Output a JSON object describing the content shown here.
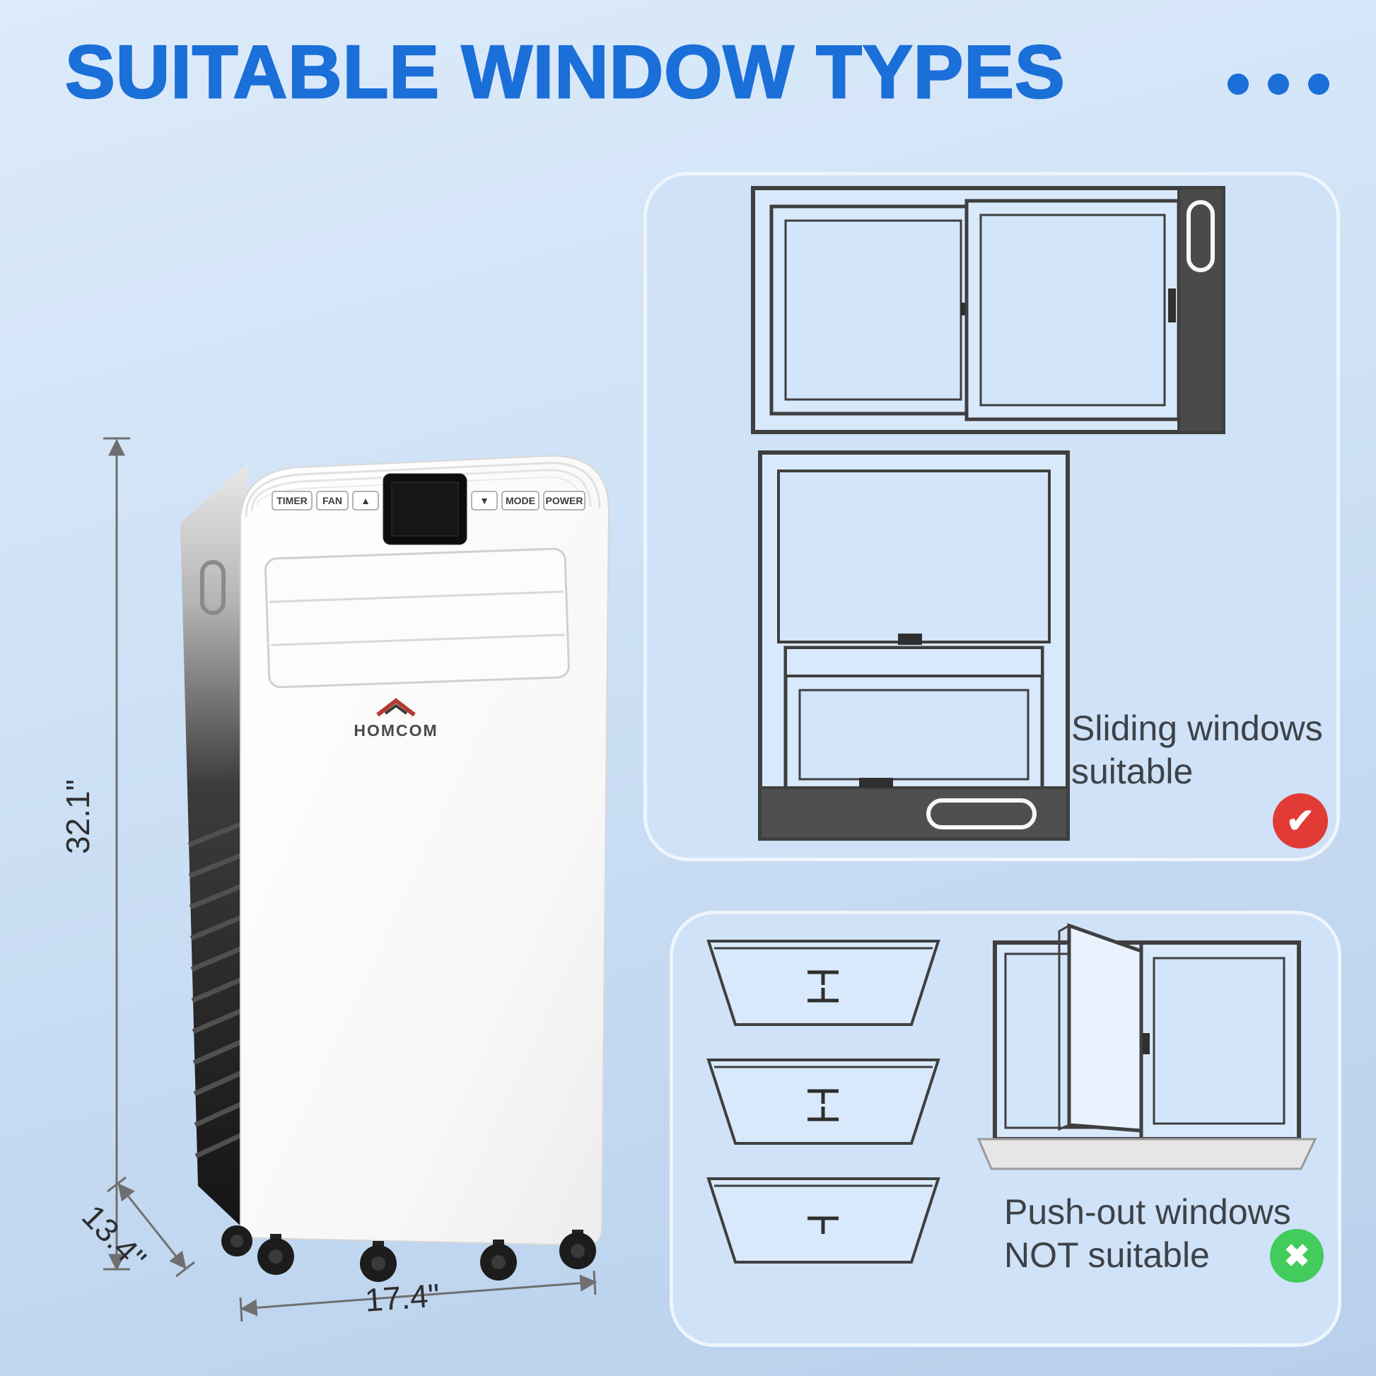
{
  "page": {
    "title": "SUITABLE WINDOW TYPES"
  },
  "colors": {
    "accent_blue": "#1a6fd8",
    "panel_fill": "#cfe2f8",
    "check_red": "#e23b36",
    "cross_green": "#41cc5c",
    "window_frame": "#3f3f3f",
    "glass_blue": "#d9e9fc"
  },
  "product": {
    "brand": "HOMCOM",
    "control_buttons": [
      "TIMER",
      "FAN",
      "▲",
      "▼",
      "MODE",
      "POWER"
    ],
    "dimensions": {
      "height": "32.1\"",
      "depth": "13.4\"",
      "width": "17.4\""
    }
  },
  "panels": {
    "sliding": {
      "caption_line1": "Sliding windows",
      "caption_line2": "suitable",
      "status": "suitable",
      "status_icon": "✔"
    },
    "push_out": {
      "caption_line1": "Push-out windows",
      "caption_line2": "NOT suitable",
      "status": "not-suitable",
      "status_icon": "✖"
    }
  }
}
